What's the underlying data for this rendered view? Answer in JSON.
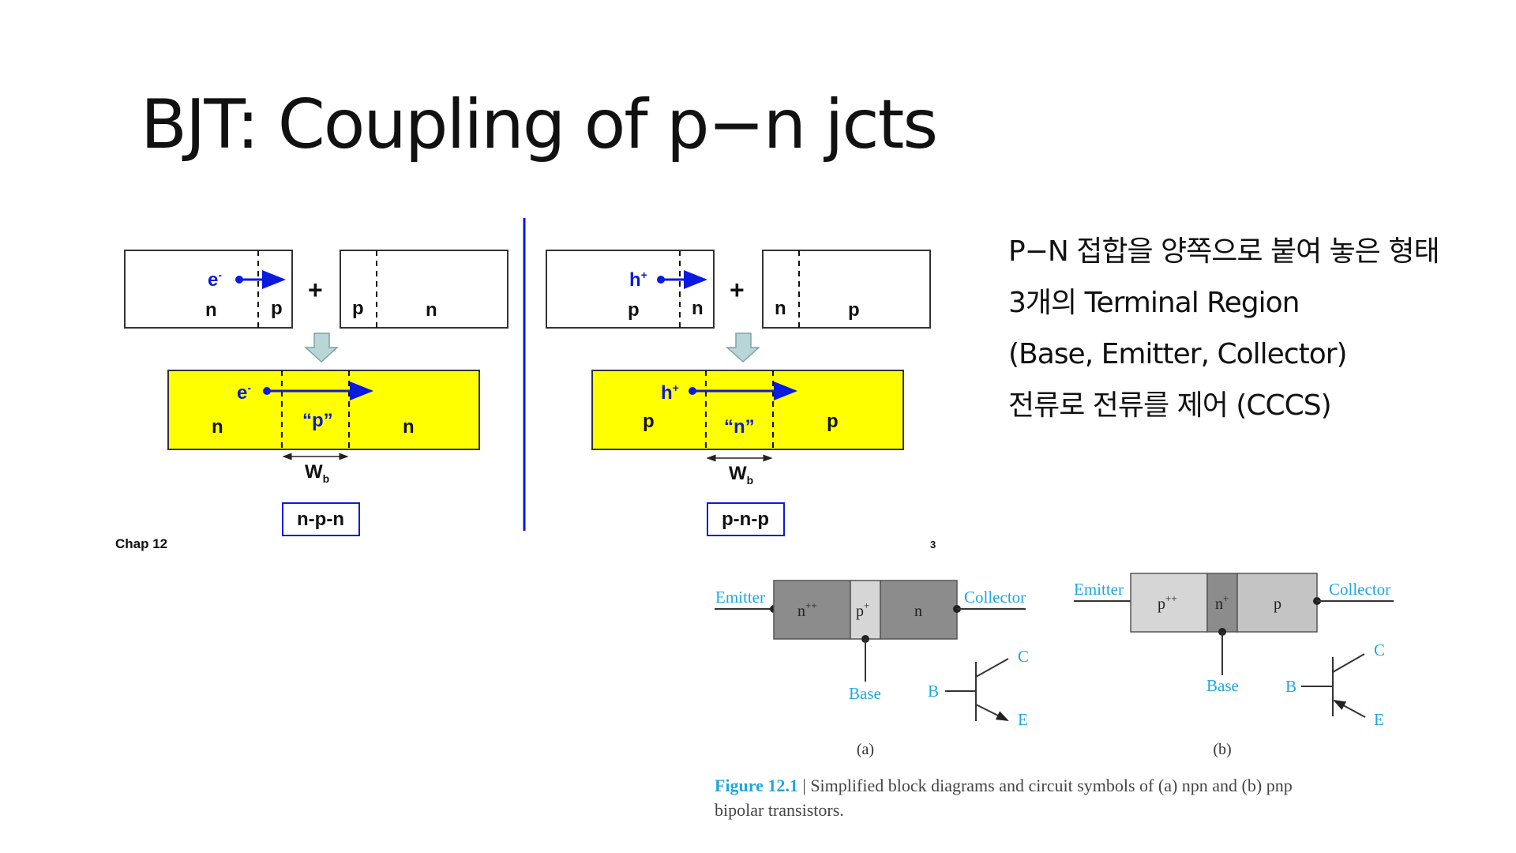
{
  "slide": {
    "title": "BJT: Coupling of p−n jcts",
    "bullets": [
      "P−N 접합을 양쪽으로 붙여 놓은 형태",
      "3개의 Terminal Region",
      "(Base, Emitter, Collector)",
      "전류로 전류를 제어 (CCCS)"
    ]
  },
  "npn_diagram": {
    "left_block": {
      "carrier": "e",
      "carrier_sup": "-",
      "left_region": "n",
      "right_region": "p"
    },
    "plus": "+",
    "right_block": {
      "left_region": "p",
      "right_region": "n"
    },
    "merged": {
      "carrier": "e",
      "carrier_sup": "-",
      "left": "n",
      "middle": "“p”",
      "right": "n"
    },
    "width_label": "W",
    "width_sub": "b",
    "type_label": "n-p-n",
    "footer": "Chap 12"
  },
  "pnp_diagram": {
    "left_block": {
      "carrier": "h",
      "carrier_sup": "+",
      "left_region": "p",
      "right_region": "n"
    },
    "plus": "+",
    "right_block": {
      "left_region": "n",
      "right_region": "p"
    },
    "merged": {
      "carrier": "h",
      "carrier_sup": "+",
      "left": "p",
      "middle": "“n”",
      "right": "p"
    },
    "width_label": "W",
    "width_sub": "b",
    "type_label": "p-n-p",
    "footer_fragment": "3"
  },
  "figure": {
    "a": {
      "emitter": "Emitter",
      "collector": "Collector",
      "base": "Base",
      "regions": [
        "n",
        "p",
        "n"
      ],
      "region_sups": [
        "++",
        "+",
        ""
      ],
      "sym_c": "C",
      "sym_b": "B",
      "sym_e": "E",
      "tag": "(a)"
    },
    "b": {
      "emitter": "Emitter",
      "collector": "Collector",
      "base": "Base",
      "regions": [
        "p",
        "n",
        "p"
      ],
      "region_sups": [
        "++",
        "+",
        ""
      ],
      "sym_c": "C",
      "sym_b": "B",
      "sym_e": "E",
      "tag": "(b)"
    },
    "caption_label": "Figure 12.1",
    "caption_text": " | Simplified block diagrams and circuit symbols of (a) npn and (b) pnp",
    "caption_line2": "bipolar transistors."
  },
  "colors": {
    "blue": "#0a1adf",
    "yellow": "#ffff00",
    "cyan": "#1ea7e1",
    "arrow_fill": "#b8d6d8",
    "gray_dark": "#8c8c8c",
    "gray_light": "#d6d6d6",
    "gray_mid": "#c4c4c4"
  }
}
